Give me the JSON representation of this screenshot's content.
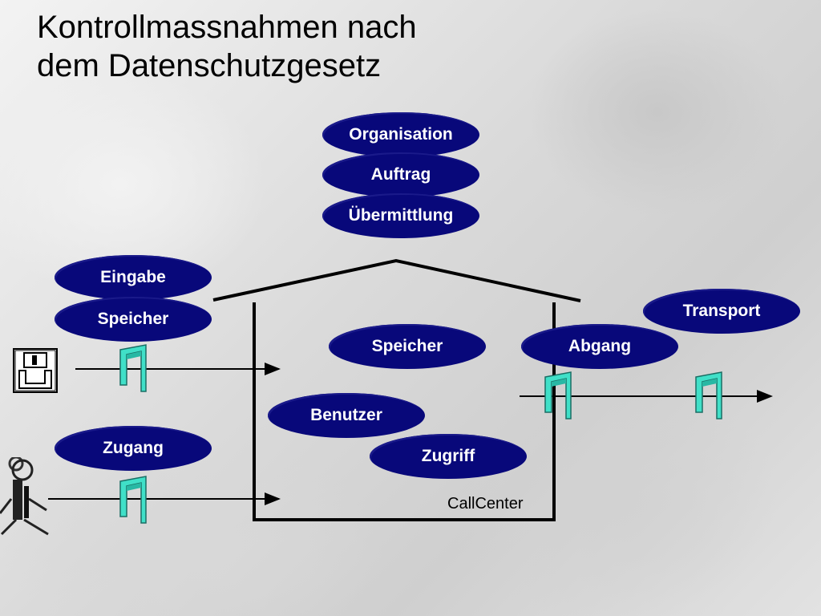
{
  "title": {
    "line1": "Kontrollmassnahmen nach",
    "line2": "dem Datenschutzgesetz"
  },
  "ovals": {
    "organisation": "Organisation",
    "auftrag": "Auftrag",
    "uebermittlung": "Übermittlung",
    "eingabe": "Eingabe",
    "speicher_left": "Speicher",
    "transport": "Transport",
    "speicher_center": "Speicher",
    "abgang": "Abgang",
    "benutzer": "Benutzer",
    "zugang": "Zugang",
    "zugriff": "Zugriff"
  },
  "building_label": "CallCenter",
  "icons": [
    "floppy-disk-icon",
    "person-icon",
    "gate-icon"
  ],
  "colors": {
    "oval_fill": "#08087a",
    "oval_text": "#ffffff",
    "gate": "#40e0c8"
  }
}
